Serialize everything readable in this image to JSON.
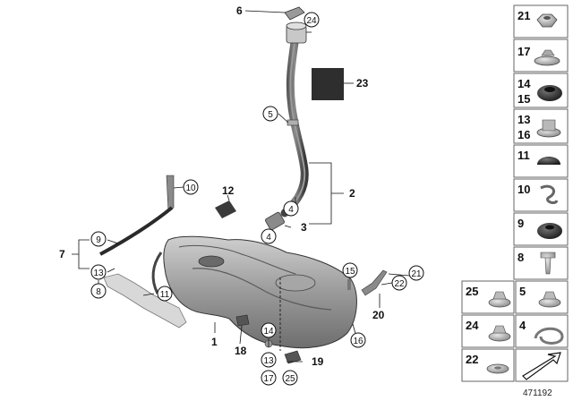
{
  "diagram": {
    "reference_number": "471192",
    "callouts": {
      "c6": "6",
      "c24": "24",
      "c23": "23",
      "c5": "5",
      "c2": "2",
      "c4a": "4",
      "c3": "3",
      "c4b": "4",
      "c12": "12",
      "c10": "10",
      "c7": "7",
      "c9": "9",
      "c13a": "13",
      "c8": "8",
      "c11": "11",
      "c1": "1",
      "c18": "18",
      "c14": "14",
      "c13b": "13",
      "c17": "17",
      "c25": "25",
      "c19": "19",
      "c15": "15",
      "c22": "22",
      "c21": "21",
      "c20": "20",
      "c16": "16"
    },
    "parts_panel": {
      "p21": "21",
      "p17": "17",
      "p14": "14",
      "p15": "15",
      "p13": "13",
      "p16": "16",
      "p11": "11",
      "p10": "10",
      "p9": "9",
      "p8": "8",
      "p25": "25",
      "p5": "5",
      "p24": "24",
      "p4": "4",
      "p22": "22"
    },
    "colors": {
      "line": "#111111",
      "part_gray": "#8c8c8c",
      "part_dark": "#3a3a3a",
      "panel_border": "#666666"
    }
  }
}
